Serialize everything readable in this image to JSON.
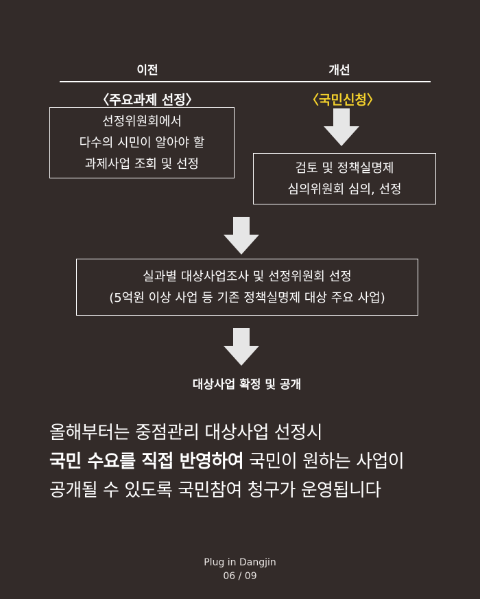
{
  "header": {
    "before": "이전",
    "after": "개선"
  },
  "before": {
    "subtitle": "〈주요과제 선정〉",
    "lines": [
      "선정위원회에서",
      "다수의 시민이 알아야 할",
      "과제사업 조회 및 선정"
    ]
  },
  "after": {
    "subtitle": "〈국민신청〉",
    "lines": [
      "검토 및 정책실명제",
      "심의위원회 심의, 선정"
    ]
  },
  "merged": {
    "lines": [
      "실과별 대상사업조사 및 선정위원회 선정",
      "(5억원 이상 사업 등 기존 정책실명제 대상 주요 사업)"
    ]
  },
  "final": "대상사업 확정 및 공개",
  "body": {
    "line1": "올해부터는 중점관리 대상사업 선정시",
    "line2_bold": "국민 수요를 직접 반영하여",
    "line2_rest": " 국민이 원하는 사업이",
    "line3": "공개될 수 있도록 국민참여 청구가 운영됩니다"
  },
  "footer": {
    "brand": "Plug in Dangjin",
    "page": "06 / 09"
  },
  "colors": {
    "background": "#332b29",
    "highlight": "#f5d22c",
    "arrow": "#e6e6e6"
  }
}
